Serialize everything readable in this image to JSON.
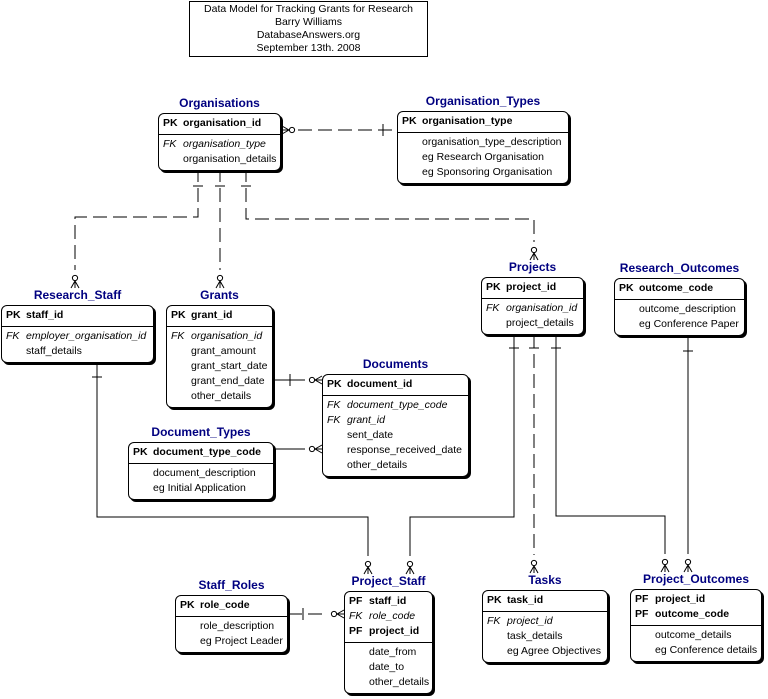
{
  "title_lines": [
    "Data Model for Tracking Grants for Research",
    "Barry Williams",
    "DatabaseAnswers.org",
    "September 13th. 2008"
  ],
  "colors": {
    "entity_name": "#000080",
    "line": "#000000",
    "background": "#ffffff"
  },
  "entities": {
    "organisations": {
      "name": "Organisations",
      "keys": [
        {
          "tag": "PK",
          "name": "organisation_id"
        }
      ],
      "attributes": [
        {
          "tag": "FK",
          "name": "organisation_type",
          "italic": true
        },
        {
          "tag": "",
          "name": "organisation_details"
        }
      ]
    },
    "organisation_types": {
      "name": "Organisation_Types",
      "keys": [
        {
          "tag": "PK",
          "name": "organisation_type"
        }
      ],
      "attributes": [
        {
          "tag": "",
          "name": "organisation_type_description"
        },
        {
          "tag": "",
          "name": "eg Research Organisation"
        },
        {
          "tag": "",
          "name": "eg Sponsoring Organisation"
        }
      ]
    },
    "research_staff": {
      "name": "Research_Staff",
      "keys": [
        {
          "tag": "PK",
          "name": "staff_id"
        }
      ],
      "attributes": [
        {
          "tag": "FK",
          "name": "employer_organisation_id",
          "italic": true
        },
        {
          "tag": "",
          "name": "staff_details"
        }
      ]
    },
    "grants": {
      "name": "Grants",
      "keys": [
        {
          "tag": "PK",
          "name": "grant_id"
        }
      ],
      "attributes": [
        {
          "tag": "FK",
          "name": "organisation_id",
          "italic": true
        },
        {
          "tag": "",
          "name": "grant_amount"
        },
        {
          "tag": "",
          "name": "grant_start_date"
        },
        {
          "tag": "",
          "name": "grant_end_date"
        },
        {
          "tag": "",
          "name": "other_details"
        }
      ]
    },
    "projects": {
      "name": "Projects",
      "keys": [
        {
          "tag": "PK",
          "name": "project_id"
        }
      ],
      "attributes": [
        {
          "tag": "FK",
          "name": "organisation_id",
          "italic": true
        },
        {
          "tag": "",
          "name": "project_details"
        }
      ]
    },
    "research_outcomes": {
      "name": "Research_Outcomes",
      "keys": [
        {
          "tag": "PK",
          "name": "outcome_code"
        }
      ],
      "attributes": [
        {
          "tag": "",
          "name": "outcome_description"
        },
        {
          "tag": "",
          "name": "eg Conference Paper"
        }
      ]
    },
    "documents": {
      "name": "Documents",
      "keys": [
        {
          "tag": "PK",
          "name": "document_id"
        }
      ],
      "attributes": [
        {
          "tag": "FK",
          "name": "document_type_code",
          "italic": true
        },
        {
          "tag": "FK",
          "name": "grant_id",
          "italic": true
        },
        {
          "tag": "",
          "name": "sent_date"
        },
        {
          "tag": "",
          "name": "response_received_date"
        },
        {
          "tag": "",
          "name": "other_details"
        }
      ]
    },
    "document_types": {
      "name": "Document_Types",
      "keys": [
        {
          "tag": "PK",
          "name": "document_type_code"
        }
      ],
      "attributes": [
        {
          "tag": "",
          "name": "document_description"
        },
        {
          "tag": "",
          "name": "eg Initial Application"
        }
      ]
    },
    "staff_roles": {
      "name": "Staff_Roles",
      "keys": [
        {
          "tag": "PK",
          "name": "role_code"
        }
      ],
      "attributes": [
        {
          "tag": "",
          "name": "role_description"
        },
        {
          "tag": "",
          "name": "eg Project Leader"
        }
      ]
    },
    "project_staff": {
      "name": "Project_Staff",
      "keys": [
        {
          "tag": "PF",
          "name": "staff_id"
        },
        {
          "tag": "FK",
          "name": "role_code",
          "italic": true
        },
        {
          "tag": "PF",
          "name": "project_id"
        }
      ],
      "attributes": [
        {
          "tag": "",
          "name": "date_from"
        },
        {
          "tag": "",
          "name": "date_to"
        },
        {
          "tag": "",
          "name": "other_details"
        }
      ]
    },
    "tasks": {
      "name": "Tasks",
      "keys": [
        {
          "tag": "PK",
          "name": "task_id"
        }
      ],
      "attributes": [
        {
          "tag": "FK",
          "name": "project_id",
          "italic": true
        },
        {
          "tag": "",
          "name": "task_details"
        },
        {
          "tag": "",
          "name": "eg Agree Objectives"
        }
      ]
    },
    "project_outcomes": {
      "name": "Project_Outcomes",
      "keys": [
        {
          "tag": "PF",
          "name": "project_id"
        },
        {
          "tag": "PF",
          "name": "outcome_code"
        }
      ],
      "attributes": [
        {
          "tag": "",
          "name": "outcome_details"
        },
        {
          "tag": "",
          "name": "eg Conference details"
        }
      ]
    }
  },
  "relationships": [
    {
      "from": "organisation_types",
      "to": "organisations",
      "style": "dashed",
      "cardinality": "one-to-zero-or-many"
    },
    {
      "from": "organisations",
      "to": "research_staff",
      "style": "dashed",
      "cardinality": "one-to-zero-or-many"
    },
    {
      "from": "organisations",
      "to": "grants",
      "style": "dashed",
      "cardinality": "one-to-zero-or-many"
    },
    {
      "from": "organisations",
      "to": "projects",
      "style": "dashed",
      "cardinality": "one-to-zero-or-many"
    },
    {
      "from": "grants",
      "to": "documents",
      "style": "solid",
      "cardinality": "one-to-zero-or-many"
    },
    {
      "from": "document_types",
      "to": "documents",
      "style": "solid",
      "cardinality": "one-to-zero-or-many"
    },
    {
      "from": "research_staff",
      "to": "project_staff",
      "style": "solid",
      "cardinality": "one-to-zero-or-many"
    },
    {
      "from": "projects",
      "to": "project_staff",
      "style": "solid",
      "cardinality": "one-to-zero-or-many"
    },
    {
      "from": "staff_roles",
      "to": "project_staff",
      "style": "dashed",
      "cardinality": "one-to-zero-or-many"
    },
    {
      "from": "projects",
      "to": "tasks",
      "style": "dashed",
      "cardinality": "one-to-zero-or-many"
    },
    {
      "from": "projects",
      "to": "project_outcomes",
      "style": "solid",
      "cardinality": "one-to-zero-or-many"
    },
    {
      "from": "research_outcomes",
      "to": "project_outcomes",
      "style": "solid",
      "cardinality": "one-to-zero-or-many"
    }
  ]
}
